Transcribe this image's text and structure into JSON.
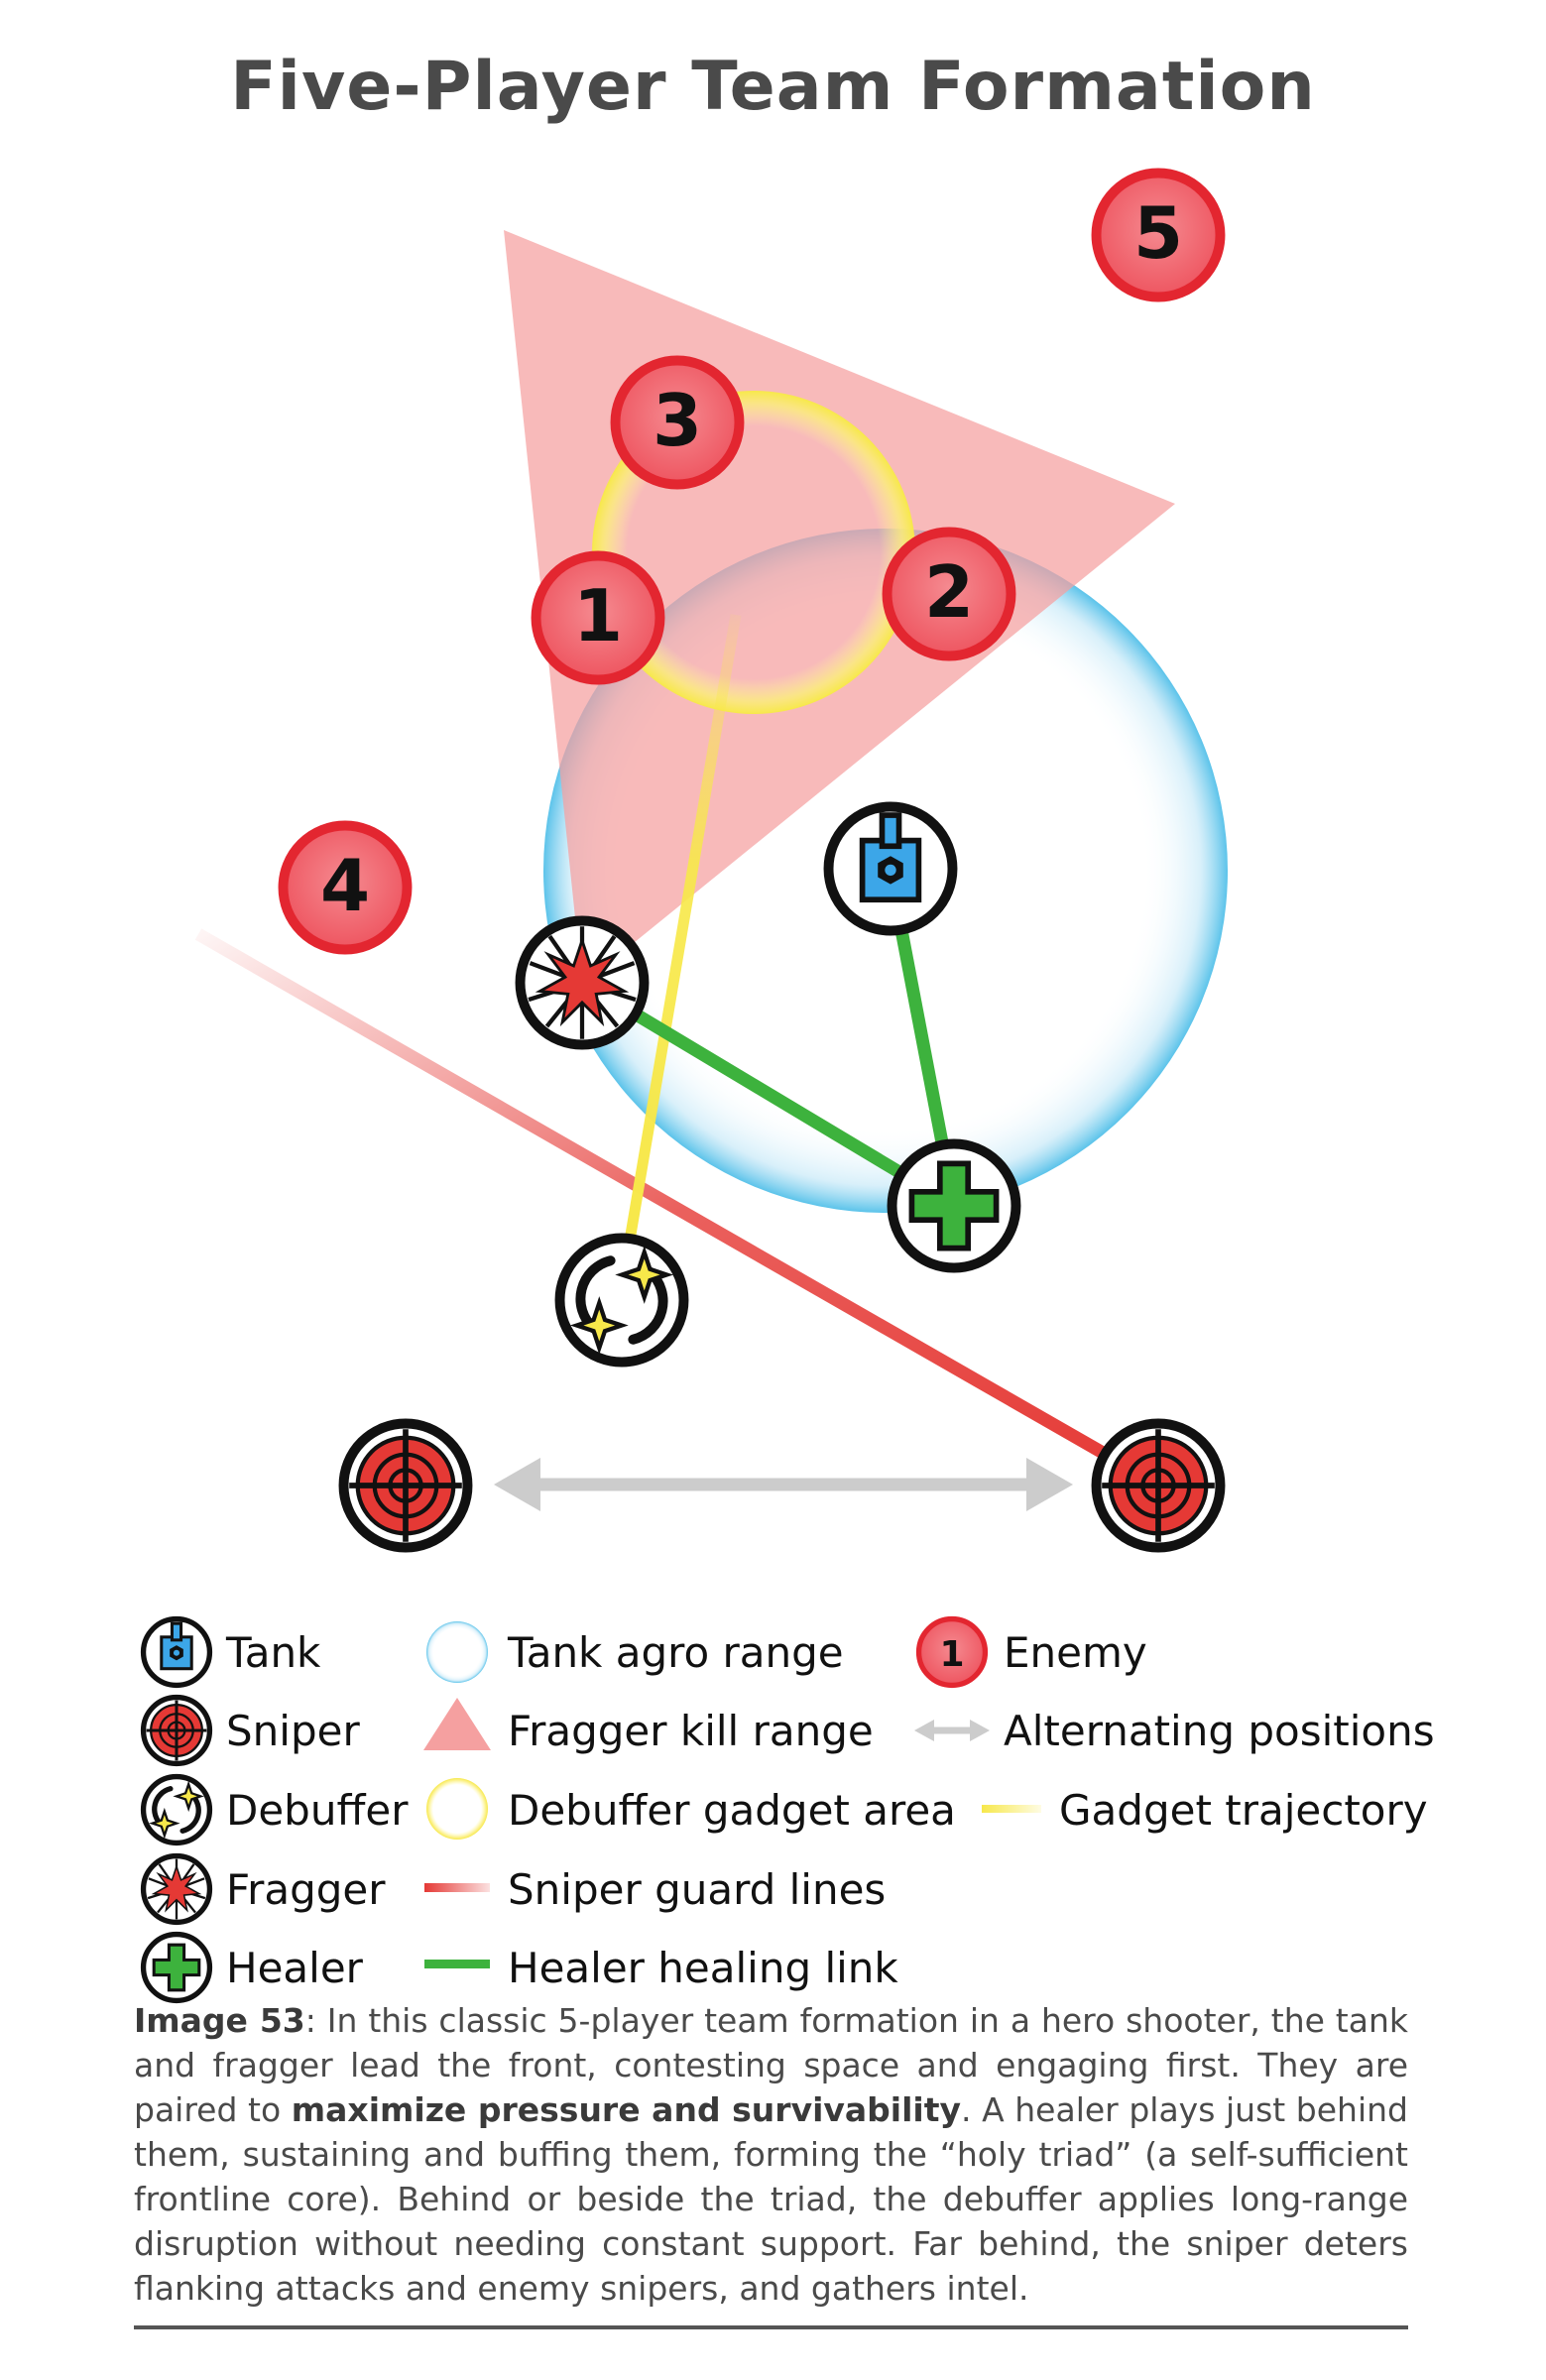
{
  "title": "Five-Player Team Formation",
  "enemies": [
    "1",
    "2",
    "3",
    "4",
    "5"
  ],
  "legend": {
    "roles": [
      {
        "icon": "tank-icon",
        "label": "Tank"
      },
      {
        "icon": "sniper-icon",
        "label": "Sniper"
      },
      {
        "icon": "debuffer-icon",
        "label": "Debuffer"
      },
      {
        "icon": "fragger-icon",
        "label": "Fragger"
      },
      {
        "icon": "healer-icon",
        "label": "Healer"
      }
    ],
    "areas": [
      {
        "icon": "tank-agro-circle-icon",
        "label": "Tank agro range"
      },
      {
        "icon": "fragger-triangle-icon",
        "label": "Fragger kill range"
      },
      {
        "icon": "debuffer-circle-icon",
        "label": "Debuffer gadget area"
      },
      {
        "icon": "sniper-line-icon",
        "label": "Sniper guard lines"
      },
      {
        "icon": "healer-line-icon",
        "label": "Healer healing link"
      }
    ],
    "other": [
      {
        "icon": "enemy-icon",
        "label": "Enemy",
        "badge": "1"
      },
      {
        "icon": "double-arrow-icon",
        "label": "Alternating positions"
      },
      {
        "icon": "gadget-line-icon",
        "label": "Gadget trajectory"
      }
    ]
  },
  "caption": {
    "label": "Image 53",
    "part1": ": In this classic 5-player team formation in a hero shooter, the tank and fragger lead the front, contesting space and engaging first. They are paired to ",
    "bold": "maximize pressure and survivability",
    "part2": ". A healer plays just behind them, sustaining and buffing them, forming the “holy triad” (a self-sufficient frontline core). Behind or beside the triad, the debuffer applies long-range disruption without needing constant support. Far behind, the sniper deters flanking attacks and enemy snipers, and gathers intel."
  },
  "colors": {
    "enemy_red": "#e8323c",
    "enemy_fill": "#f06a72",
    "tank_blue": "#1f8fd6",
    "agro_blue": "#5bc3ea",
    "fragger_pink": "#f5a0a0",
    "debuffer_yellow": "#f7e84a",
    "healer_green": "#3db23d",
    "sniper_red": "#e53935",
    "arrow_gray": "#cccccc"
  }
}
